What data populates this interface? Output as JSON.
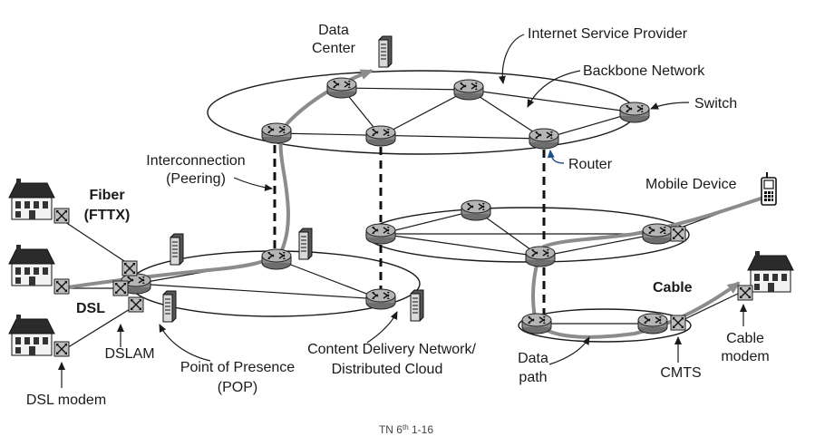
{
  "diagram": {
    "labels": {
      "data_center": [
        "Data",
        "Center"
      ],
      "isp": "Internet Service Provider",
      "backbone": "Backbone Network",
      "switch": "Switch",
      "router": "Router",
      "interconnection": [
        "Interconnection",
        "(Peering)"
      ],
      "fiber": [
        "Fiber",
        "(FTTX)"
      ],
      "mobile_device": "Mobile Device",
      "dsl": "DSL",
      "cable": "Cable",
      "dslam": "DSLAM",
      "pop": [
        "Point of Presence",
        "(POP)"
      ],
      "cdn": [
        "Content Delivery Network/",
        "Distributed Cloud"
      ],
      "data_path": [
        "Data",
        "path"
      ],
      "cmts": "CMTS",
      "cable_modem": [
        "Cable",
        "modem"
      ],
      "dsl_modem": "DSL modem"
    },
    "caption": {
      "prefix": "TN 6",
      "sup": "th",
      "suffix": " 1-16"
    },
    "icons": {
      "router": "router-icon",
      "server": "server-icon",
      "house": "house-icon",
      "phone": "mobile-phone-icon",
      "modem": "modem-icon"
    },
    "colors": {
      "line": "#1a1a1a",
      "data_path": "#8c8c8c",
      "router_fill": "#9a9a9a",
      "router_arrow_accent": "#1f4e8c"
    }
  }
}
